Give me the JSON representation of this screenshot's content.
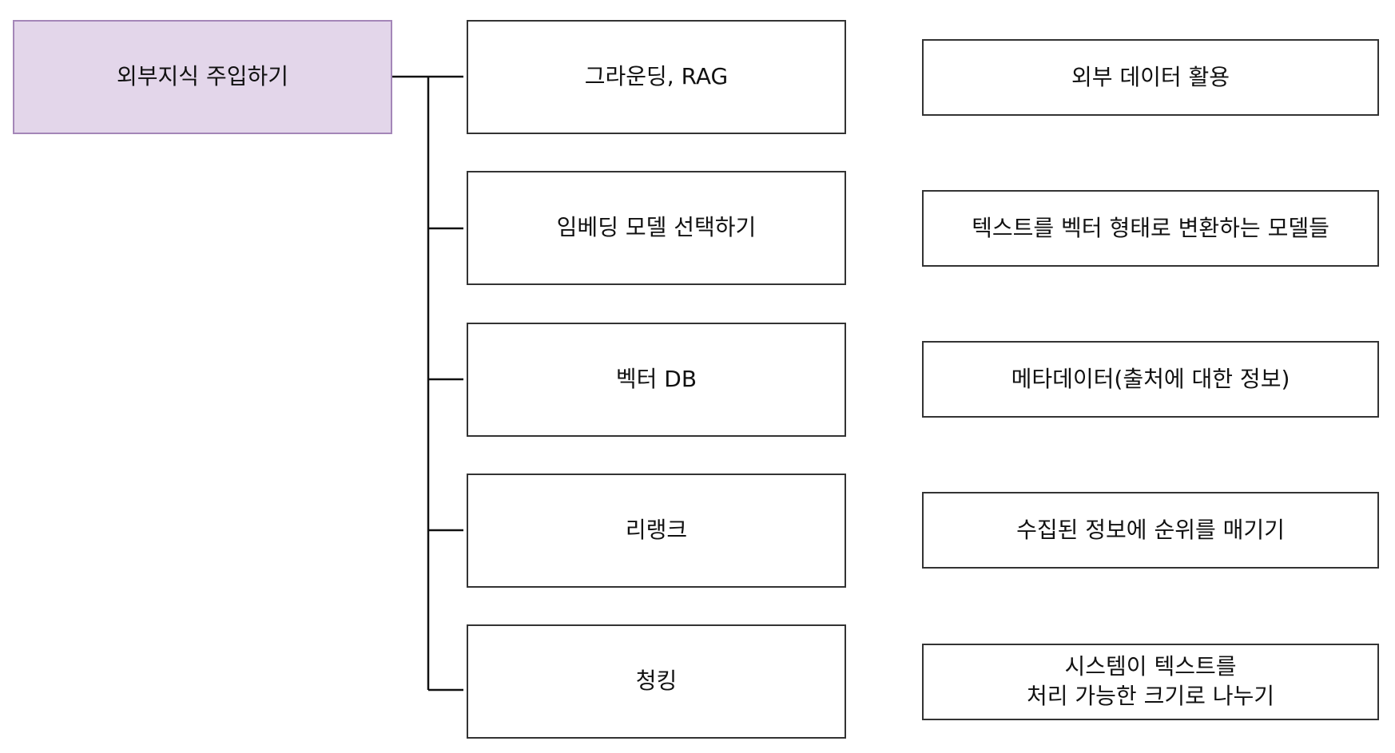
{
  "root": {
    "label": "외부지식 주입하기",
    "fill_color": "#e3d6ea",
    "border_color": "#a486b8"
  },
  "items": [
    {
      "topic": "그라운딩, RAG",
      "description": "외부 데이터 활용"
    },
    {
      "topic": "임베딩 모델 선택하기",
      "description": "텍스트를 벡터 형태로 변환하는 모델들"
    },
    {
      "topic": "벡터 DB",
      "description": "메타데이터(출처에 대한 정보)"
    },
    {
      "topic": "리랭크",
      "description": "수집된 정보에 순위를 매기기"
    },
    {
      "topic": "청킹",
      "description": "시스템이 텍스트를\n처리 가능한 크기로 나누기"
    }
  ]
}
